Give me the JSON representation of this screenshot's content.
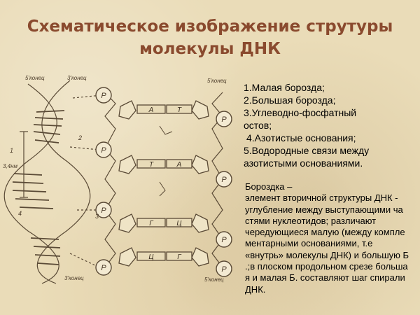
{
  "title": {
    "line1": "Схематическое  изображение струтуры",
    "line2": "молекулы ДНК"
  },
  "legend": [
    "1.Малая борозда;",
    "2.Большая борозда;",
    "3.Углеводно-фосфатный",
    "остов;",
    " 4.Азотистые основания;",
    "5.Водородные связи между",
    "азотистыми основаниями."
  ],
  "description": [
    "Бороздка –",
    "элемент  вторичной  структуры  ДНК -",
    "углубление  между  выступающими ча",
    "стями нуклеотидов; различают",
    "чередующиеся малую (между компле",
    "ментарными основаниями, т.е",
    "«внутрь» молекулы ДНК) и большую Б",
    ".;в плоском продольном срезе больша",
    "я и малая Б. составляют шаг спирали",
    "ДНК."
  ],
  "diagram": {
    "phosphate_label": "P",
    "end_5": "5'конец",
    "end_3": "3'конец",
    "pairs": [
      {
        "left": "А",
        "right": "Т"
      },
      {
        "left": "Т",
        "right": "А"
      },
      {
        "left": "Г",
        "right": "Ц"
      },
      {
        "left": "Ц",
        "right": "Г"
      }
    ],
    "helix_numbers": [
      "1",
      "2",
      "3",
      "4"
    ],
    "measure_label": "3,4нм",
    "colors": {
      "ink": "#5a4a36",
      "title": "#8a4a2e"
    }
  }
}
